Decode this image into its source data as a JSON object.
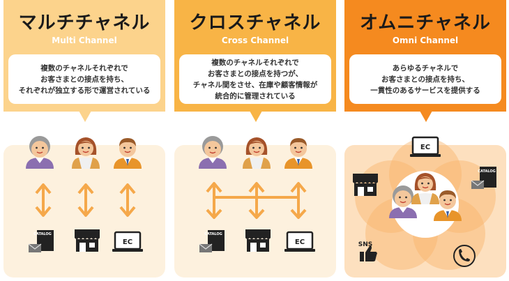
{
  "columns": [
    {
      "title": "マルチチャネル",
      "subtitle": "Multi Channel",
      "description": [
        "複数のチャネルそれぞれで",
        "お客さまとの接点を持ち、",
        "それぞれが独立する形で運営されている"
      ]
    },
    {
      "title": "クロスチャネル",
      "subtitle": "Cross Channel",
      "description": [
        "複数のチャネルそれぞれで",
        "お客さまとの接点を持つが、",
        "チャネル間をさせ、在庫や顧客情報が",
        "統合的に管理されている"
      ]
    },
    {
      "title": "オムニチャネル",
      "subtitle": "Omni Channel",
      "description": [
        "あらゆるチャネルで",
        "お客さまとの接点を持ち、",
        "一貫性のあるサービスを提供する"
      ]
    }
  ],
  "labels": {
    "ec": "EC",
    "sns": "SNS",
    "catalog": "CATALOG"
  },
  "colors": {
    "multi": "#fcd38c",
    "cross": "#f8b446",
    "omni": "#f58a1f",
    "arrow": "#f5a84a"
  }
}
